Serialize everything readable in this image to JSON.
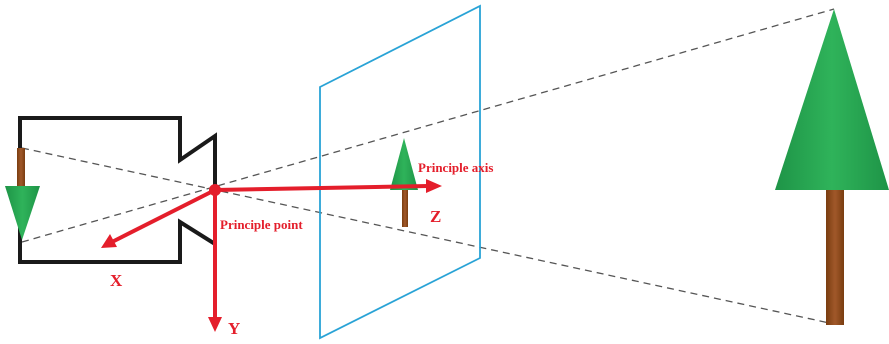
{
  "labels": {
    "principle_axis": "Principle axis",
    "principle_point": "Principle point",
    "x_axis": "X",
    "y_axis": "Y",
    "z_axis": "Z"
  },
  "colors": {
    "axis_red": "#e41e2b",
    "image_plane": "#29a3d6",
    "camera_outline": "#1a1a1a",
    "projection_lines": "#555555",
    "tree_green": "#1e9447",
    "trunk_brown": "#8b4513"
  }
}
